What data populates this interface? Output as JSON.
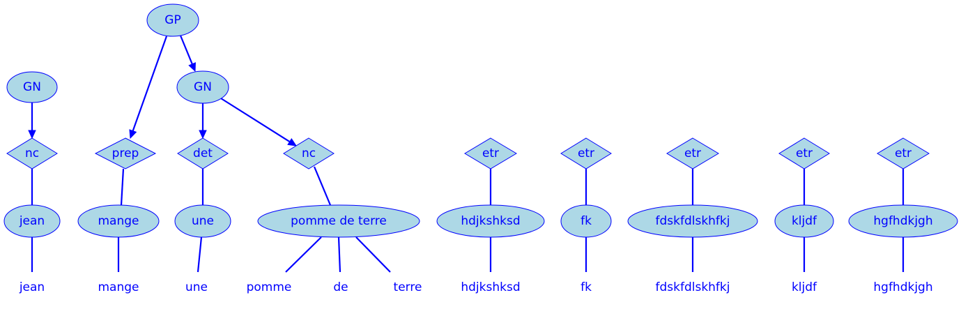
{
  "diagram": {
    "nodes": {
      "gn1": {
        "label": "GN",
        "shape": "ellipse"
      },
      "nc1": {
        "label": "nc",
        "shape": "diamond"
      },
      "jean_n": {
        "label": "jean",
        "shape": "ellipse"
      },
      "gp": {
        "label": "GP",
        "shape": "ellipse"
      },
      "prep": {
        "label": "prep",
        "shape": "diamond"
      },
      "mange_n": {
        "label": "mange",
        "shape": "ellipse"
      },
      "gn2": {
        "label": "GN",
        "shape": "ellipse"
      },
      "det": {
        "label": "det",
        "shape": "diamond"
      },
      "une_n": {
        "label": "une",
        "shape": "ellipse"
      },
      "nc2": {
        "label": "nc",
        "shape": "diamond"
      },
      "pdt_n": {
        "label": "pomme de terre",
        "shape": "ellipse"
      },
      "etr1": {
        "label": "etr",
        "shape": "diamond"
      },
      "hdj_n": {
        "label": "hdjkshksd",
        "shape": "ellipse"
      },
      "etr2": {
        "label": "etr",
        "shape": "diamond"
      },
      "fk_n": {
        "label": "fk",
        "shape": "ellipse"
      },
      "etr3": {
        "label": "etr",
        "shape": "diamond"
      },
      "fds_n": {
        "label": "fdskfdlskhfkj",
        "shape": "ellipse"
      },
      "etr4": {
        "label": "etr",
        "shape": "diamond"
      },
      "klj_n": {
        "label": "kljdf",
        "shape": "ellipse"
      },
      "etr5": {
        "label": "etr",
        "shape": "diamond"
      },
      "hgf_n": {
        "label": "hgfhdkjgh",
        "shape": "ellipse"
      }
    },
    "words": {
      "w_jean": "jean",
      "w_mange": "mange",
      "w_une": "une",
      "w_pomme": "pomme",
      "w_de": "de",
      "w_terre": "terre",
      "w_hdj": "hdjkshksd",
      "w_fk": "fk",
      "w_fds": "fdskfdlskhfkj",
      "w_klj": "kljdf",
      "w_hgf": "hgfhdkjgh"
    },
    "edges": [
      {
        "from": "gn1",
        "to": "nc1",
        "directed": true
      },
      {
        "from": "nc1",
        "to": "jean_n",
        "directed": false
      },
      {
        "from": "jean_n",
        "to": "w_jean",
        "directed": false
      },
      {
        "from": "gp",
        "to": "prep",
        "directed": true
      },
      {
        "from": "gp",
        "to": "gn2",
        "directed": true
      },
      {
        "from": "prep",
        "to": "mange_n",
        "directed": false
      },
      {
        "from": "mange_n",
        "to": "w_mange",
        "directed": false
      },
      {
        "from": "gn2",
        "to": "det",
        "directed": true
      },
      {
        "from": "gn2",
        "to": "nc2",
        "directed": true
      },
      {
        "from": "det",
        "to": "une_n",
        "directed": false
      },
      {
        "from": "une_n",
        "to": "w_une",
        "directed": false
      },
      {
        "from": "nc2",
        "to": "pdt_n",
        "directed": false
      },
      {
        "from": "pdt_n",
        "to": "w_pomme",
        "directed": false
      },
      {
        "from": "pdt_n",
        "to": "w_de",
        "directed": false
      },
      {
        "from": "pdt_n",
        "to": "w_terre",
        "directed": false
      },
      {
        "from": "etr1",
        "to": "hdj_n",
        "directed": false
      },
      {
        "from": "hdj_n",
        "to": "w_hdj",
        "directed": false
      },
      {
        "from": "etr2",
        "to": "fk_n",
        "directed": false
      },
      {
        "from": "fk_n",
        "to": "w_fk",
        "directed": false
      },
      {
        "from": "etr3",
        "to": "fds_n",
        "directed": false
      },
      {
        "from": "fds_n",
        "to": "w_fds",
        "directed": false
      },
      {
        "from": "etr4",
        "to": "klj_n",
        "directed": false
      },
      {
        "from": "klj_n",
        "to": "w_klj",
        "directed": false
      },
      {
        "from": "etr5",
        "to": "hgf_n",
        "directed": false
      },
      {
        "from": "hgf_n",
        "to": "w_hgf",
        "directed": false
      }
    ]
  },
  "colors": {
    "node_fill": "#add8e6",
    "stroke": "#0000ff",
    "text": "#0000ff"
  }
}
